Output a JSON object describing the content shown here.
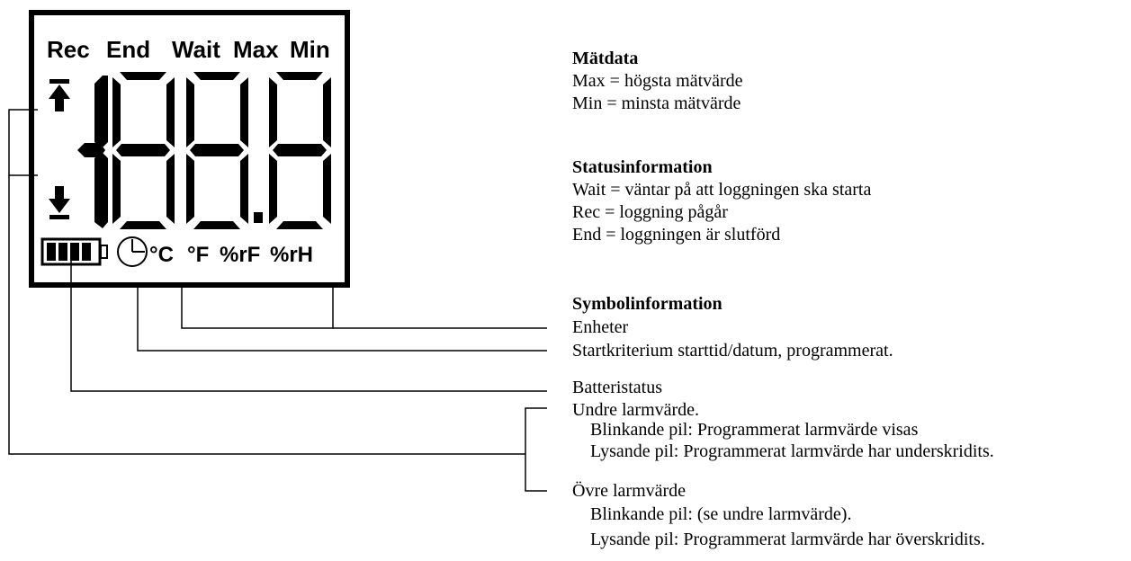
{
  "lcd": {
    "top_labels": [
      "Rec",
      "End",
      "Wait",
      "Max",
      "Min"
    ],
    "units": [
      "°C",
      "°F",
      "%rF",
      "%rH"
    ],
    "digits_shown": "188.8"
  },
  "legend": {
    "sections": [
      {
        "heading": "Mätdata",
        "lines": [
          "Max = högsta mätvärde",
          "Min = minsta mätvärde"
        ]
      },
      {
        "heading": "Statusinformation",
        "lines": [
          "Wait = väntar på att loggningen ska starta",
          "Rec = loggning pågår",
          "End = loggningen är slutförd"
        ]
      },
      {
        "heading": "Symbolinformation",
        "lines": [
          "Enheter",
          "Startkriterium starttid/datum, programmerat.",
          "Batteristatus",
          "Undre larmvärde.",
          "Blinkande pil: Programmerat larmvärde visas",
          "Lysande pil: Programmerat larmvärde har underskridits.",
          "Övre larmvärde",
          "Blinkande pil: (se undre larmvärde).",
          "Lysande pil: Programmerat larmvärde har överskridits."
        ]
      }
    ]
  }
}
